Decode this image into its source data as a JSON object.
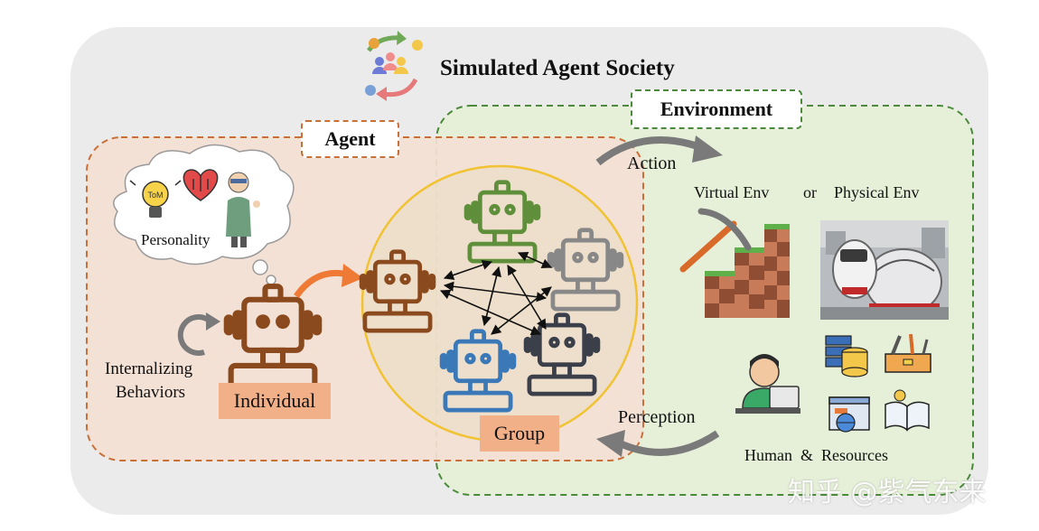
{
  "title": "Simulated Agent Society",
  "agent_label": "Agent",
  "environment_label": "Environment",
  "personality_label": "Personality",
  "internalizing_line1": "Internalizing",
  "internalizing_line2": "Behaviors",
  "individual_label": "Individual",
  "group_label": "Group",
  "action_label": "Action",
  "perception_label": "Perception",
  "virtual_env_label": "Virtual Env",
  "or_label": "or",
  "physical_env_label": "Physical Env",
  "human_resources_label": "Human  &  Resources",
  "bulb_text": "ToM",
  "watermark": "知乎 @紫气东来",
  "colors": {
    "outer_bg": "#ebebeb",
    "agent_region": "#f3dfd4",
    "environment_region": "#e6f0d8",
    "brown_robot": "#8b4a1e",
    "green_robot": "#5f8f3a",
    "grey_robot": "#888888",
    "blue_robot": "#3a78b8",
    "dark_robot": "#3a3f4a",
    "tag_fill": "#f2b089",
    "arrow_orange": "#ef7a35",
    "arrow_grey": "#7a7a7a"
  },
  "icons": [
    "cycle-people-icon",
    "lightbulb-icon",
    "heart-icon",
    "thinking-man-icon",
    "refresh-arrow-icon",
    "pickaxe-blocks-icon",
    "robot-photo-icon",
    "coder-icon",
    "database-icon",
    "toolbox-icon",
    "web-icon",
    "book-icon"
  ]
}
